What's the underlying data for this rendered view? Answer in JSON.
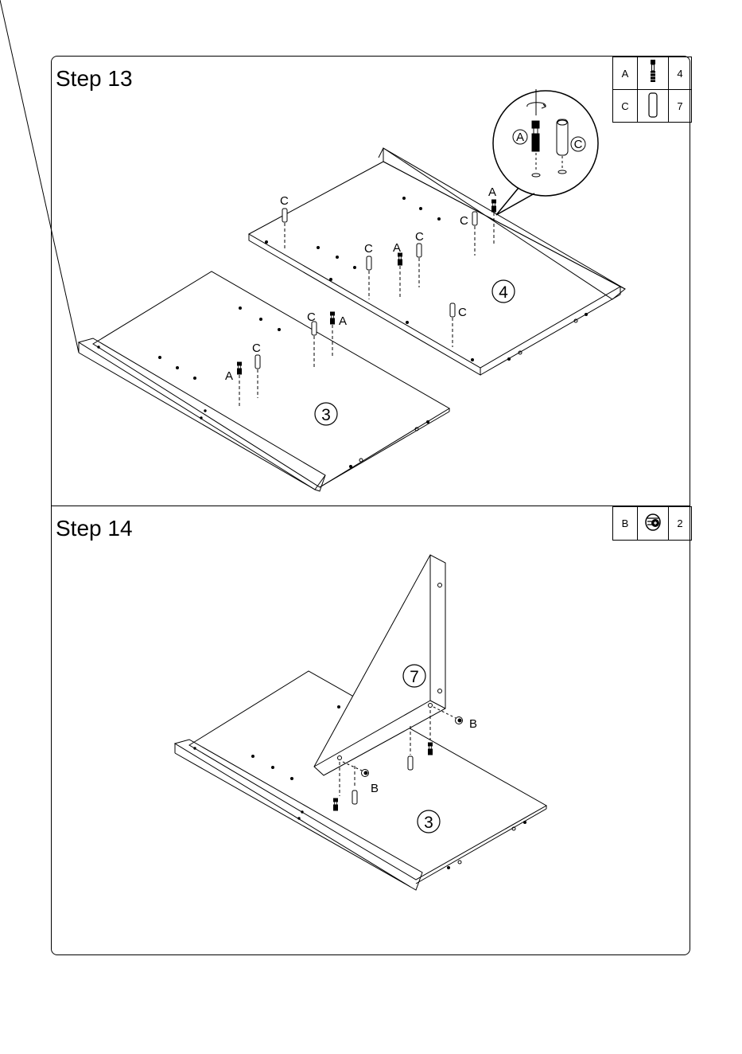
{
  "step13": {
    "title": "Step 13",
    "parts": [
      {
        "letter": "A",
        "icon": "cam-bolt-icon",
        "qty": "4"
      },
      {
        "letter": "C",
        "icon": "wood-dowel-icon",
        "qty": "7"
      }
    ],
    "panel_top_number": "4",
    "panel_bottom_number": "3",
    "detail_labels": {
      "bolt": "A",
      "dowel": "C"
    },
    "labels": [
      "C",
      "A",
      "C",
      "C",
      "A",
      "C",
      "C",
      "C",
      "A",
      "C",
      "A"
    ]
  },
  "step14": {
    "title": "Step 14",
    "parts": [
      {
        "letter": "B",
        "icon": "cam-lock-icon",
        "qty": "2"
      }
    ],
    "panel_side_number": "7",
    "panel_bottom_number": "3",
    "labels": [
      "B",
      "B"
    ]
  }
}
